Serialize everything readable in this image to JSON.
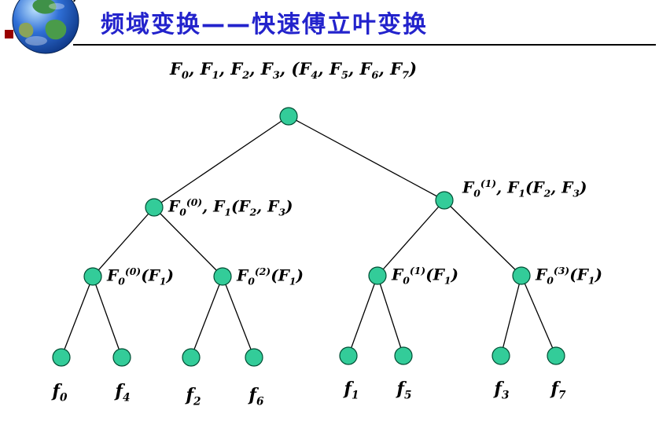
{
  "slide": {
    "title": "频域变换——快速傅立叶变换",
    "logo_icon": "earth-globe",
    "colors": {
      "title_text": "#2323cc",
      "node_fill": "#33cc99",
      "node_stroke": "#004d33",
      "edge": "#000000",
      "accent_square": "#990000"
    }
  },
  "tree": {
    "root_caption": "F_0, F_1, F_2, F_3, (F_4, F_5, F_6, F_7)",
    "level2": [
      {
        "label": "F_0^(0), F_1(F_2, F_3)"
      },
      {
        "label": "F_0^(1), F_1(F_2, F_3)"
      }
    ],
    "level3": [
      {
        "label": "F_0^(0)(F_1)"
      },
      {
        "label": "F_0^(2)(F_1)"
      },
      {
        "label": "F_0^(1)(F_1)"
      },
      {
        "label": "F_0^(3)(F_1)"
      }
    ],
    "leaves": [
      {
        "label": "f_0"
      },
      {
        "label": "f_4"
      },
      {
        "label": "f_2"
      },
      {
        "label": "f_6"
      },
      {
        "label": "f_1"
      },
      {
        "label": "f_5"
      },
      {
        "label": "f_3"
      },
      {
        "label": "f_7"
      }
    ]
  }
}
